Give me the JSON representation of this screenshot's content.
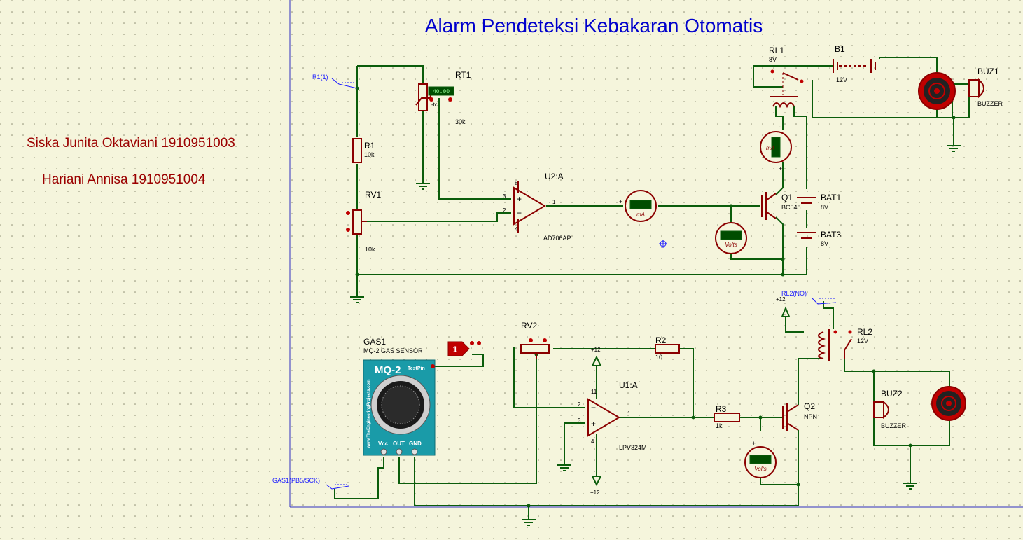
{
  "title": "Alarm Pendeteksi Kebakaran Otomatis",
  "authors": [
    "Siska Junita Oktaviani 1910951003",
    "Hariani Annisa 1910951004"
  ],
  "terminals": {
    "r1_term": "R1(1)",
    "rl2_term": "RL2(NO)",
    "gas1_term": "GAS1(PB5/SCK)",
    "probe_num": "1"
  },
  "components": {
    "rt1": {
      "ref": "RT1",
      "value": "30k",
      "display": "40.00",
      "tc": "-tc"
    },
    "r1": {
      "ref": "R1",
      "value": "10k"
    },
    "rv1": {
      "ref": "RV1",
      "value": "10k"
    },
    "u2": {
      "ref": "U2:A",
      "part": "AD706AP",
      "pin_plus": "3",
      "pin_minus": "2",
      "pin_out": "1",
      "pin_top": "8",
      "pin_bot": "4"
    },
    "rl1": {
      "ref": "RL1",
      "value": "8V"
    },
    "b1": {
      "ref": "B1",
      "value": "12V"
    },
    "buz1": {
      "ref": "BUZ1",
      "part": "BUZZER"
    },
    "bat1": {
      "ref": "BAT1",
      "value": "8V"
    },
    "bat3": {
      "ref": "BAT3",
      "value": "8V"
    },
    "q1": {
      "ref": "Q1",
      "part": "BC548"
    },
    "gas1": {
      "ref": "GAS1",
      "part": "MQ-2 GAS SENSOR",
      "module": "MQ-2",
      "testpin": "TestPin",
      "site": "www.TheEngineeringProjects.com",
      "pin_vcc": "Vcc",
      "pin_out": "OUT",
      "pin_gnd": "GND"
    },
    "rv2": {
      "ref": "RV2"
    },
    "r2": {
      "ref": "R2",
      "value": "10"
    },
    "u1": {
      "ref": "U1:A",
      "part": "LPV324M",
      "pin_minus": "2",
      "pin_plus": "3",
      "pin_out": "1",
      "pin_top": "11",
      "pin_bot": "4"
    },
    "r3": {
      "ref": "R3",
      "value": "1k"
    },
    "q2": {
      "ref": "Q2",
      "part": "NPN"
    },
    "rl2": {
      "ref": "RL2",
      "value": "12V"
    },
    "buz2": {
      "ref": "BUZ2",
      "part": "BUZZER"
    }
  },
  "rails": {
    "plus12_a": "+12",
    "plus12_b": "+12",
    "plus12_c": "+12"
  },
  "meters": {
    "ma_label": "mA",
    "volts_label": "Volts",
    "plus": "+",
    "minus": "-"
  }
}
